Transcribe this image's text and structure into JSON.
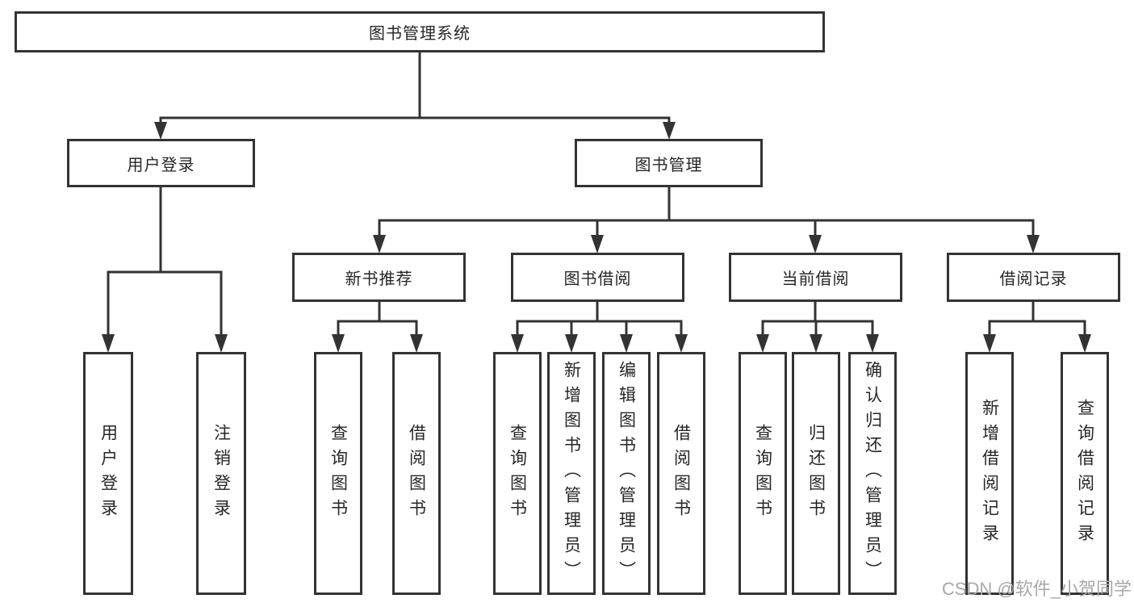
{
  "diagram": {
    "type": "tree",
    "root": {
      "label": "图书管理系统"
    },
    "level2": [
      {
        "label": "用户登录"
      },
      {
        "label": "图书管理"
      }
    ],
    "level3": [
      {
        "label": "新书推荐",
        "parent": "图书管理"
      },
      {
        "label": "图书借阅",
        "parent": "图书管理"
      },
      {
        "label": "当前借阅",
        "parent": "图书管理"
      },
      {
        "label": "借阅记录",
        "parent": "图书管理"
      }
    ],
    "leaves": [
      {
        "label": "用户登录",
        "parent": "用户登录"
      },
      {
        "label": "注销登录",
        "parent": "用户登录"
      },
      {
        "label": "查询图书",
        "parent": "新书推荐"
      },
      {
        "label": "借阅图书",
        "parent": "新书推荐"
      },
      {
        "label": "查询图书",
        "parent": "图书借阅"
      },
      {
        "label": "新增图书（管理员）",
        "parent": "图书借阅"
      },
      {
        "label": "编辑图书（管理员）",
        "parent": "图书借阅"
      },
      {
        "label": "借阅图书",
        "parent": "图书借阅"
      },
      {
        "label": "查询图书",
        "parent": "当前借阅"
      },
      {
        "label": "归还图书",
        "parent": "当前借阅"
      },
      {
        "label": "确认归还（管理员）",
        "parent": "当前借阅"
      },
      {
        "label": "新增借阅记录",
        "parent": "借阅记录"
      },
      {
        "label": "查询借阅记录",
        "parent": "借阅记录"
      }
    ],
    "watermark": "CSDN @软件_小贺同学",
    "colors": {
      "line": "#333333",
      "text": "#262626",
      "box_fill": "#ffffff",
      "background": "#ffffff",
      "watermark": "#a8a8a8"
    }
  }
}
